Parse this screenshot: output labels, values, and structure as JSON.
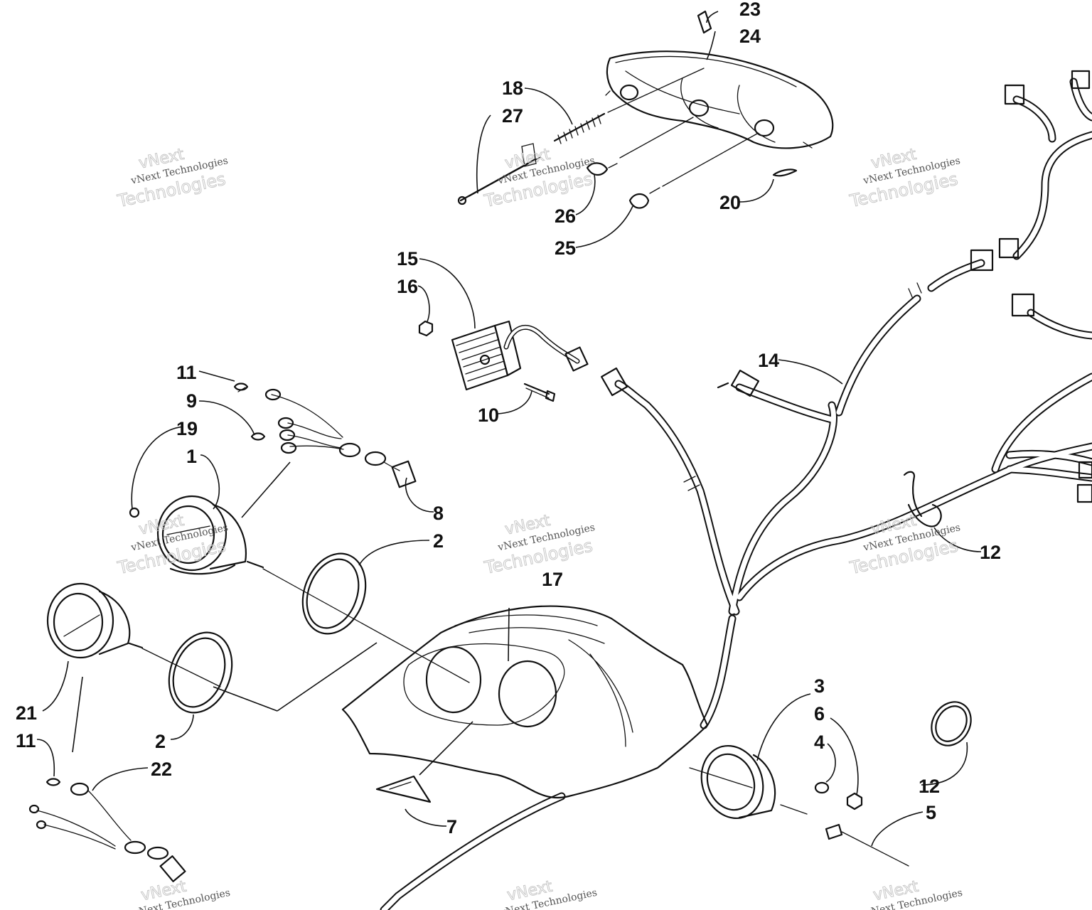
{
  "figure": {
    "title": "",
    "callouts": [
      "1",
      "2",
      "2",
      "3",
      "4",
      "5",
      "6",
      "7",
      "8",
      "9",
      "10",
      "11",
      "11",
      "12",
      "12",
      "14",
      "15",
      "16",
      "17",
      "18",
      "19",
      "20",
      "21",
      "22",
      "23",
      "24",
      "25",
      "26",
      "27"
    ],
    "watermark": {
      "line1": "vNext",
      "line2": "vNext Technologies",
      "line3": "Technologies"
    }
  }
}
